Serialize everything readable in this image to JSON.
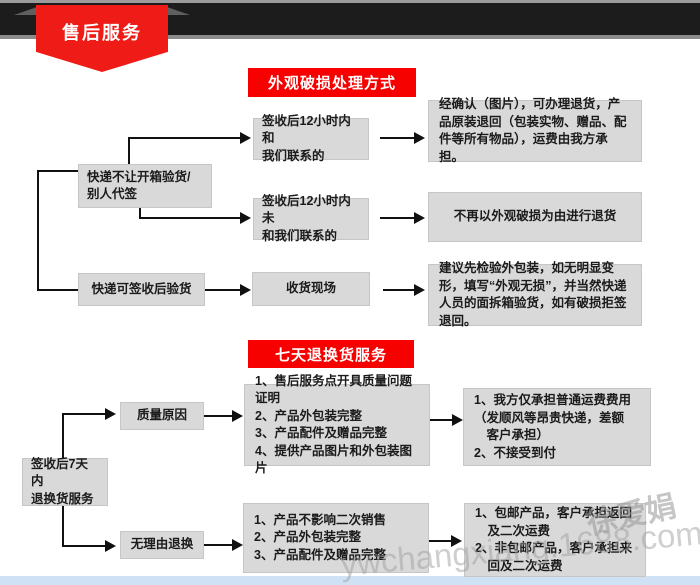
{
  "banner": {
    "title": "售后服务"
  },
  "colors": {
    "red": "#f60000",
    "dark_bar": "#1c1c1c",
    "box_gray": "#d9d9d9",
    "line_black": "#111111",
    "footer_blue": "#cfe2f5"
  },
  "flow1": {
    "title": "外观破损处理方式",
    "nodes": {
      "left_top": "快递不让开箱验货/\n别人代签",
      "left_bottom": "快递可签收后验货",
      "mid_top": "签收后12小时内和\n我们联系的",
      "mid_middle": "签收后12小时内未\n和我们联系的",
      "mid_bottom": "收货现场",
      "right_top": "经确认（图片），可办理退货，产品原装退回（包装实物、赠品、配件等所有物品），运费由我方承担。",
      "right_middle": "不再以外观破损为由进行退货",
      "right_bottom": "建议先检验外包装，如无明显变形，填写“外观无损”，并当然快递人员的面拆箱验货，如有破损拒签退回。"
    }
  },
  "flow2": {
    "title": "七天退换货服务",
    "nodes": {
      "left": "签收后7天内\n退换货服务",
      "branch_quality": "质量原因",
      "branch_noreason": "无理由退换",
      "quality_conditions": "1、售后服务点开具质量问题证明\n2、产品外包装完整\n3、产品配件及赠品完整\n4、提供产品图片和外包装图片",
      "quality_shipping": "1、我方仅承担普通运费费用\n（发顺风等昂贵快递，差额\n　客户承担）\n2、不接受到付",
      "noreason_conditions": "1、产品不影响二次销售\n2、产品外包装完整\n3、产品配件及赠品完整",
      "noreason_shipping": "1、包邮产品，客户承担返回\n　及二次运费\n2、非包邮产品，客户承担来\n　回及二次运费"
    }
  },
  "watermark": {
    "name": "徐爱娟",
    "site": "ywchangxiang.1688.com"
  }
}
